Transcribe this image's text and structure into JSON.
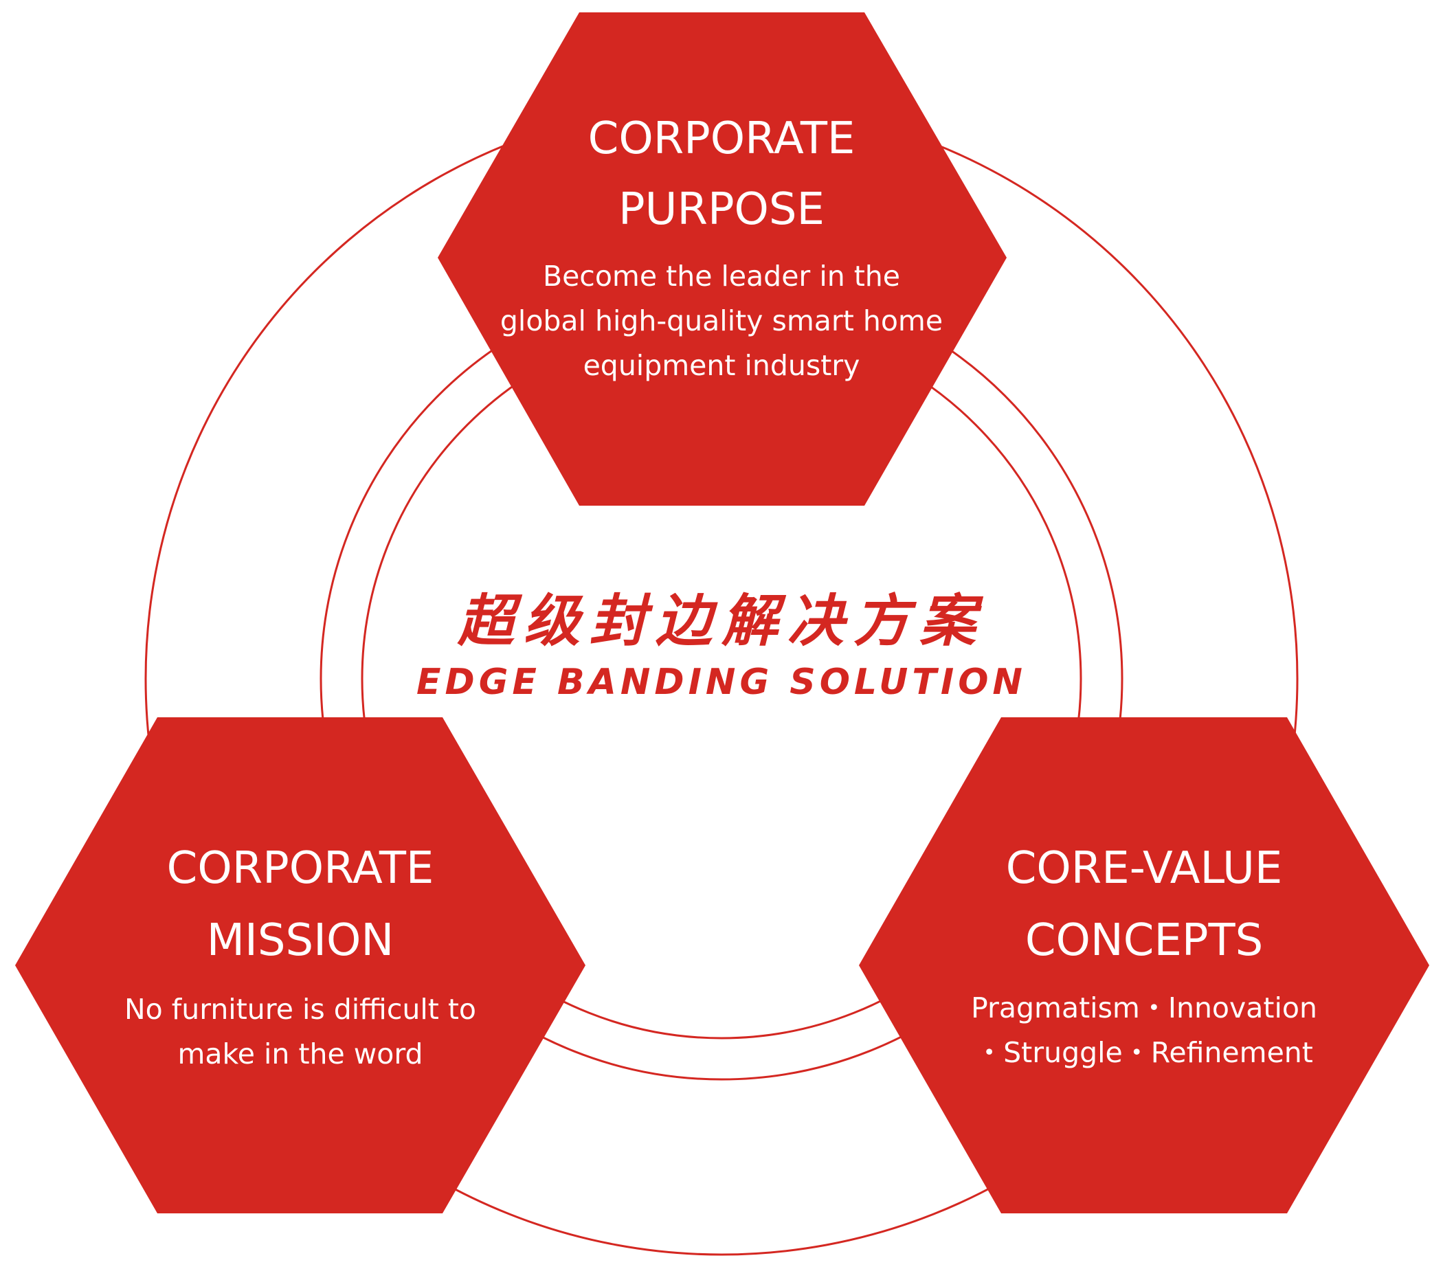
{
  "colors": {
    "accent": "#d42721",
    "text_on_accent": "#ffffff",
    "background": "#ffffff"
  },
  "center": {
    "chinese_title": "超级封边解决方案",
    "english_title": "EDGE BANDING SOLUTION"
  },
  "hexagons": {
    "purpose": {
      "title_line1": "CORPORATE",
      "title_line2": "PURPOSE",
      "body_line1": "Become the leader in the",
      "body_line2": "global high-quality smart home",
      "body_line3": "equipment industry"
    },
    "mission": {
      "title_line1": "CORPORATE",
      "title_line2": "MISSION",
      "body_line1": "No furniture is difficult to",
      "body_line2": "make in the word"
    },
    "values": {
      "title_line1": "CORE-VALUE",
      "title_line2": "CONCEPTS",
      "body_line1": "Pragmatism・Innovation",
      "body_line2": "・Struggle・Refinement"
    }
  }
}
